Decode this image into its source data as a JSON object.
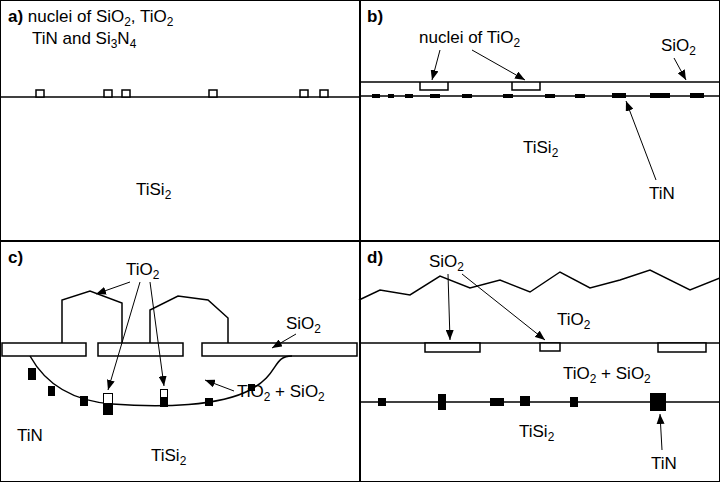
{
  "diagram": {
    "nodes": [
      {
        "text": [
          "a) nuclei of SiO2, TiO2 TiN and Si3N4",
          "TiSi2"
        ]
      },
      {
        "text": [
          "b)",
          "nuclei of TiO2",
          "SiO2",
          "TiN",
          "TiSi2"
        ]
      },
      {
        "text": [
          "c)",
          "TiO2",
          "SiO2",
          "TiN",
          "TiO2 + SiO2",
          "TiSi2"
        ]
      },
      {
        "text": [
          "d)",
          "SiO2",
          "TiO2",
          "TiO2 + SiO2",
          "TiSi2",
          "TiN"
        ]
      }
    ]
  }
}
